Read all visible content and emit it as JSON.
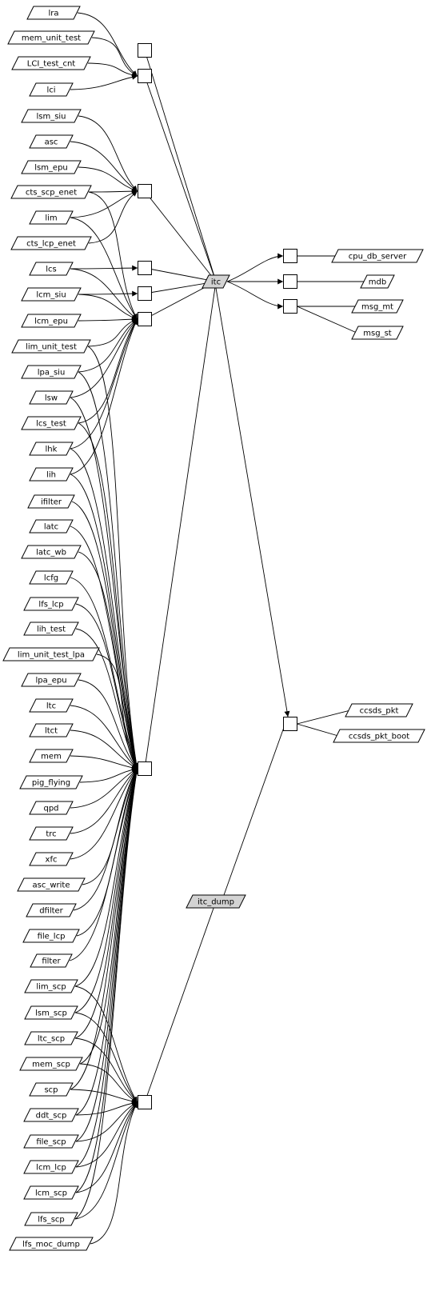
{
  "diagram": {
    "highlight_fill": "#d3d3d3",
    "nodes": [
      {
        "id": "lra",
        "label": "lra"
      },
      {
        "id": "mem_unit_test",
        "label": "mem_unit_test"
      },
      {
        "id": "LCI_test_cnt",
        "label": "LCI_test_cnt"
      },
      {
        "id": "lci",
        "label": "lci"
      },
      {
        "id": "lsm_siu",
        "label": "lsm_siu"
      },
      {
        "id": "asc",
        "label": "asc"
      },
      {
        "id": "lsm_epu",
        "label": "lsm_epu"
      },
      {
        "id": "cts_scp_enet",
        "label": "cts_scp_enet"
      },
      {
        "id": "lim",
        "label": "lim"
      },
      {
        "id": "cts_lcp_enet",
        "label": "cts_lcp_enet"
      },
      {
        "id": "lcs",
        "label": "lcs"
      },
      {
        "id": "lcm_siu",
        "label": "lcm_siu"
      },
      {
        "id": "lcm_epu",
        "label": "lcm_epu"
      },
      {
        "id": "lim_unit_test",
        "label": "lim_unit_test"
      },
      {
        "id": "lpa_siu",
        "label": "lpa_siu"
      },
      {
        "id": "lsw",
        "label": "lsw"
      },
      {
        "id": "lcs_test",
        "label": "lcs_test"
      },
      {
        "id": "lhk",
        "label": "lhk"
      },
      {
        "id": "lih",
        "label": "lih"
      },
      {
        "id": "ifilter",
        "label": "ifilter"
      },
      {
        "id": "latc",
        "label": "latc"
      },
      {
        "id": "latc_wb",
        "label": "latc_wb"
      },
      {
        "id": "lcfg",
        "label": "lcfg"
      },
      {
        "id": "lfs_lcp",
        "label": "lfs_lcp"
      },
      {
        "id": "lih_test",
        "label": "lih_test"
      },
      {
        "id": "lim_unit_test_lpa",
        "label": "lim_unit_test_lpa"
      },
      {
        "id": "lpa_epu",
        "label": "lpa_epu"
      },
      {
        "id": "ltc",
        "label": "ltc"
      },
      {
        "id": "ltct",
        "label": "ltct"
      },
      {
        "id": "mem",
        "label": "mem"
      },
      {
        "id": "pig_flying",
        "label": "pig_flying"
      },
      {
        "id": "qpd",
        "label": "qpd"
      },
      {
        "id": "trc",
        "label": "trc"
      },
      {
        "id": "xfc",
        "label": "xfc"
      },
      {
        "id": "asc_write",
        "label": "asc_write"
      },
      {
        "id": "dfilter",
        "label": "dfilter"
      },
      {
        "id": "file_lcp",
        "label": "file_lcp"
      },
      {
        "id": "filter",
        "label": "filter"
      },
      {
        "id": "lim_scp",
        "label": "lim_scp"
      },
      {
        "id": "lsm_scp",
        "label": "lsm_scp"
      },
      {
        "id": "ltc_scp",
        "label": "ltc_scp"
      },
      {
        "id": "mem_scp",
        "label": "mem_scp"
      },
      {
        "id": "scp",
        "label": "scp"
      },
      {
        "id": "ddt_scp",
        "label": "ddt_scp"
      },
      {
        "id": "file_scp",
        "label": "file_scp"
      },
      {
        "id": "lcm_lcp",
        "label": "lcm_lcp"
      },
      {
        "id": "lcm_scp",
        "label": "lcm_scp"
      },
      {
        "id": "lfs_scp",
        "label": "lfs_scp"
      },
      {
        "id": "lfs_moc_dump",
        "label": "lfs_moc_dump"
      },
      {
        "id": "itc",
        "label": "itc",
        "highlight": true
      },
      {
        "id": "itc_dump",
        "label": "itc_dump",
        "highlight": true
      },
      {
        "id": "cpu_db_server",
        "label": "cpu_db_server"
      },
      {
        "id": "mdb",
        "label": "mdb"
      },
      {
        "id": "msg_mt",
        "label": "msg_mt"
      },
      {
        "id": "msg_st",
        "label": "msg_st"
      },
      {
        "id": "ccsds_pkt",
        "label": "ccsds_pkt"
      },
      {
        "id": "ccsds_pkt_boot",
        "label": "ccsds_pkt_boot"
      },
      {
        "id": "B1",
        "label": ""
      },
      {
        "id": "B2",
        "label": ""
      },
      {
        "id": "B3",
        "label": ""
      },
      {
        "id": "B4",
        "label": ""
      },
      {
        "id": "B5",
        "label": ""
      },
      {
        "id": "B6",
        "label": ""
      },
      {
        "id": "B7",
        "label": ""
      },
      {
        "id": "B8",
        "label": ""
      },
      {
        "id": "B9",
        "label": ""
      },
      {
        "id": "B10",
        "label": ""
      },
      {
        "id": "B11",
        "label": ""
      },
      {
        "id": "B12",
        "label": ""
      },
      {
        "id": "B13",
        "label": ""
      }
    ],
    "edges": [
      {
        "from": "lra",
        "to": "B2",
        "arrow": true
      },
      {
        "from": "mem_unit_test",
        "to": "B2",
        "arrow": true
      },
      {
        "from": "LCI_test_cnt",
        "to": "B2",
        "arrow": true
      },
      {
        "from": "lci",
        "to": "B2",
        "arrow": true
      },
      {
        "from": "lsm_siu",
        "to": "B3",
        "arrow": true
      },
      {
        "from": "asc",
        "to": "B3",
        "arrow": true
      },
      {
        "from": "lsm_epu",
        "to": "B3",
        "arrow": true
      },
      {
        "from": "cts_scp_enet",
        "to": "B3",
        "arrow": true
      },
      {
        "from": "lim",
        "to": "B3",
        "arrow": true
      },
      {
        "from": "cts_lcp_enet",
        "to": "B3",
        "arrow": true
      },
      {
        "from": "lcs",
        "to": "B4",
        "arrow": true
      },
      {
        "from": "lcs",
        "to": "B6",
        "arrow": true
      },
      {
        "from": "lcm_siu",
        "to": "B5",
        "arrow": true
      },
      {
        "from": "lcm_siu",
        "to": "B6",
        "arrow": true
      },
      {
        "from": "lcm_epu",
        "to": "B6",
        "arrow": true
      },
      {
        "from": "cts_scp_enet",
        "to": "B6",
        "arrow": true
      },
      {
        "from": "lim",
        "to": "B6",
        "arrow": true
      },
      {
        "from": "lim_unit_test",
        "to": "B6",
        "arrow": true
      },
      {
        "from": "lpa_siu",
        "to": "B6",
        "arrow": true
      },
      {
        "from": "lsw",
        "to": "B6",
        "arrow": true
      },
      {
        "from": "lcs_test",
        "to": "B6",
        "arrow": true
      },
      {
        "from": "lhk",
        "to": "B6",
        "arrow": true
      },
      {
        "from": "lih",
        "to": "B6",
        "arrow": true
      },
      {
        "from": "lim_unit_test",
        "to": "B7",
        "arrow": true
      },
      {
        "from": "lpa_siu",
        "to": "B7",
        "arrow": true
      },
      {
        "from": "lsw",
        "to": "B7",
        "arrow": true
      },
      {
        "from": "lcs_test",
        "to": "B7",
        "arrow": true
      },
      {
        "from": "lhk",
        "to": "B7",
        "arrow": true
      },
      {
        "from": "lih",
        "to": "B7",
        "arrow": true
      },
      {
        "from": "ifilter",
        "to": "B7",
        "arrow": true
      },
      {
        "from": "latc",
        "to": "B7",
        "arrow": true
      },
      {
        "from": "latc_wb",
        "to": "B7",
        "arrow": true
      },
      {
        "from": "lcfg",
        "to": "B7",
        "arrow": true
      },
      {
        "from": "lfs_lcp",
        "to": "B7",
        "arrow": true
      },
      {
        "from": "lih_test",
        "to": "B7",
        "arrow": true
      },
      {
        "from": "lim_unit_test_lpa",
        "to": "B7",
        "arrow": true
      },
      {
        "from": "lpa_epu",
        "to": "B7",
        "arrow": true
      },
      {
        "from": "ltc",
        "to": "B7",
        "arrow": true
      },
      {
        "from": "ltct",
        "to": "B7",
        "arrow": true
      },
      {
        "from": "mem",
        "to": "B7",
        "arrow": true
      },
      {
        "from": "pig_flying",
        "to": "B7",
        "arrow": true
      },
      {
        "from": "qpd",
        "to": "B7",
        "arrow": true
      },
      {
        "from": "trc",
        "to": "B7",
        "arrow": true
      },
      {
        "from": "xfc",
        "to": "B7",
        "arrow": true
      },
      {
        "from": "asc_write",
        "to": "B7",
        "arrow": true
      },
      {
        "from": "dfilter",
        "to": "B7",
        "arrow": true
      },
      {
        "from": "file_lcp",
        "to": "B7",
        "arrow": true
      },
      {
        "from": "filter",
        "to": "B7",
        "arrow": true
      },
      {
        "from": "lim_scp",
        "to": "B7",
        "arrow": true
      },
      {
        "from": "lsm_scp",
        "to": "B7",
        "arrow": true
      },
      {
        "from": "ltc_scp",
        "to": "B7",
        "arrow": true
      },
      {
        "from": "mem_scp",
        "to": "B7",
        "arrow": true
      },
      {
        "from": "scp",
        "to": "B7",
        "arrow": true
      },
      {
        "from": "ddt_scp",
        "to": "B7",
        "arrow": true
      },
      {
        "from": "file_scp",
        "to": "B7",
        "arrow": true
      },
      {
        "from": "lcm_lcp",
        "to": "B7",
        "arrow": true
      },
      {
        "from": "lcm_scp",
        "to": "B7",
        "arrow": true
      },
      {
        "from": "lfs_scp",
        "to": "B7",
        "arrow": true
      },
      {
        "from": "lim_scp",
        "to": "B8",
        "arrow": true
      },
      {
        "from": "lsm_scp",
        "to": "B8",
        "arrow": true
      },
      {
        "from": "ltc_scp",
        "to": "B8",
        "arrow": true
      },
      {
        "from": "mem_scp",
        "to": "B8",
        "arrow": true
      },
      {
        "from": "scp",
        "to": "B8",
        "arrow": true
      },
      {
        "from": "ddt_scp",
        "to": "B8",
        "arrow": true
      },
      {
        "from": "file_scp",
        "to": "B8",
        "arrow": true
      },
      {
        "from": "lcm_lcp",
        "to": "B8",
        "arrow": true
      },
      {
        "from": "lcm_scp",
        "to": "B8",
        "arrow": true
      },
      {
        "from": "lfs_scp",
        "to": "B8",
        "arrow": true
      },
      {
        "from": "lfs_moc_dump",
        "to": "B8",
        "arrow": true
      },
      {
        "from": "B1",
        "to": "itc",
        "arrow": false
      },
      {
        "from": "B2",
        "to": "itc",
        "arrow": false
      },
      {
        "from": "B3",
        "to": "itc",
        "arrow": false
      },
      {
        "from": "B4",
        "to": "itc",
        "arrow": false
      },
      {
        "from": "B5",
        "to": "itc",
        "arrow": false
      },
      {
        "from": "B6",
        "to": "itc",
        "arrow": false
      },
      {
        "from": "B7",
        "to": "itc",
        "arrow": false
      },
      {
        "from": "B8",
        "to": "itc_dump",
        "arrow": false
      },
      {
        "from": "itc",
        "to": "B9",
        "arrow": true
      },
      {
        "from": "itc",
        "to": "B10",
        "arrow": true
      },
      {
        "from": "itc",
        "to": "B11",
        "arrow": true
      },
      {
        "from": "itc",
        "to": "B12",
        "arrow": true
      },
      {
        "from": "itc_dump",
        "to": "B12",
        "arrow": true
      },
      {
        "from": "B9",
        "to": "cpu_db_server",
        "arrow": false
      },
      {
        "from": "B10",
        "to": "mdb",
        "arrow": false
      },
      {
        "from": "B11",
        "to": "msg_mt",
        "arrow": false
      },
      {
        "from": "B11",
        "to": "msg_st",
        "arrow": false
      },
      {
        "from": "B12",
        "to": "ccsds_pkt",
        "arrow": false
      },
      {
        "from": "B12",
        "to": "ccsds_pkt_boot",
        "arrow": false
      }
    ]
  }
}
